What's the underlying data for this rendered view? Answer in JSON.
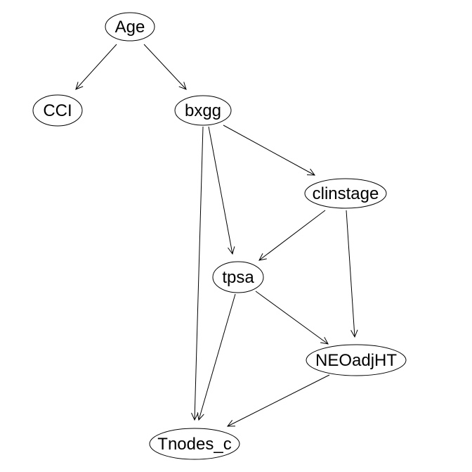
{
  "graph": {
    "nodes": [
      {
        "id": "Age",
        "label": "Age"
      },
      {
        "id": "CCI",
        "label": "CCI"
      },
      {
        "id": "bxgg",
        "label": "bxgg"
      },
      {
        "id": "clinstage",
        "label": "clinstage"
      },
      {
        "id": "tpsa",
        "label": "tpsa"
      },
      {
        "id": "NEOadjHT",
        "label": "NEOadjHT"
      },
      {
        "id": "Tnodes_c",
        "label": "Tnodes_c"
      }
    ],
    "edges": [
      {
        "from": "Age",
        "to": "CCI"
      },
      {
        "from": "Age",
        "to": "bxgg"
      },
      {
        "from": "bxgg",
        "to": "clinstage"
      },
      {
        "from": "bxgg",
        "to": "tpsa"
      },
      {
        "from": "bxgg",
        "to": "Tnodes_c"
      },
      {
        "from": "clinstage",
        "to": "tpsa"
      },
      {
        "from": "clinstage",
        "to": "NEOadjHT"
      },
      {
        "from": "tpsa",
        "to": "NEOadjHT"
      },
      {
        "from": "tpsa",
        "to": "Tnodes_c"
      },
      {
        "from": "NEOadjHT",
        "to": "Tnodes_c"
      }
    ]
  },
  "colors": {
    "background": "#ffffff",
    "stroke": "#000000",
    "text": "#000000"
  }
}
